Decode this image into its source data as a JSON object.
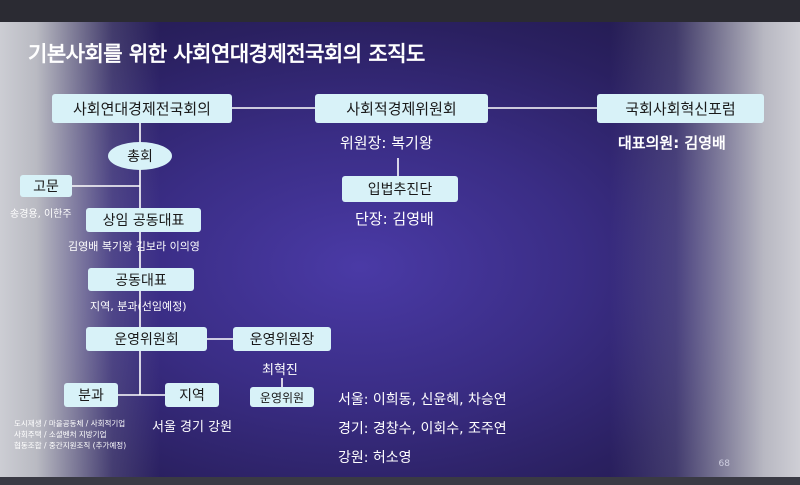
{
  "title": "기본사회를 위한 사회연대경제전국회의 조직도",
  "nodes": {
    "national_council": "사회연대경제전국회의",
    "social_economy_committee": "사회적경제위원회",
    "parliament_forum": "국회사회혁신포럼",
    "general_assembly": "총회",
    "advisor": "고문",
    "standing_copresidents": "상임 공동대표",
    "copresidents": "공동대표",
    "steering_committee": "운영위원회",
    "steering_chair": "운영위원장",
    "steering_members": "운영위원",
    "subcommittees": "분과",
    "regions": "지역",
    "legislative_team": "입법추진단"
  },
  "labels": {
    "committee_chair": "위원장: 복기왕",
    "forum_rep": "대표의원: 김영배",
    "team_leader": "단장: 김영배",
    "advisor_names": "송경용, 이한주",
    "standing_names": "김영배 복기왕 김보라 이의영",
    "copresidents_note": "지역, 분과(선임예정)",
    "steering_chair_name": "최혁진",
    "regions_list": "서울 경기 강원",
    "subcommittee_line1": "도시재생 / 마을공동체 / 사회적기업",
    "subcommittee_line2": "사회주택 / 소셜벤처 지방기업",
    "subcommittee_line3": "협동조합 / 중간지원조직 (추가예정)",
    "members_seoul": "서울: 이희동, 신윤혜, 차승연",
    "members_gyeonggi": "경기: 경창수, 이회수, 조주연",
    "members_gangwon": "강원: 허소영"
  },
  "page_number": "68",
  "colors": {
    "box": "#d8f2f8",
    "line": "#ffffff",
    "text": "#ffffff"
  }
}
